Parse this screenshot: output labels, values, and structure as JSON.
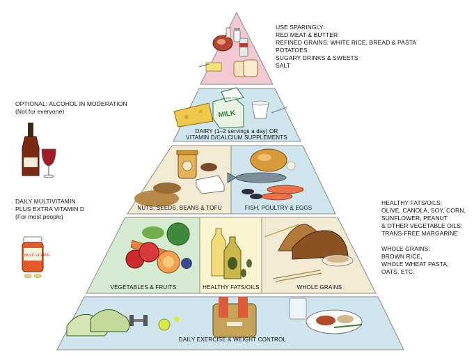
{
  "colors": {
    "top": "#f4c9d3",
    "dairy": "#cfe6ee",
    "nuts": "#f2ead3",
    "fish": "#cfe6ee",
    "veg": "#d6ecd0",
    "fats": "#fbf4d3",
    "grains": "#f2ead3",
    "exercise": "#cfe6ee",
    "outline": "#8a8a8a"
  },
  "notes": {
    "use_sparingly": {
      "lines": [
        "USE SPARINGLY:",
        "RED MEAT & BUTTER",
        "REFINED GRAINS: WHITE RICE, BREAD & PASTA",
        "POTATOES",
        "SUGARY DRINKS & SWEETS",
        "SALT"
      ]
    },
    "alcohol": {
      "lines": [
        "OPTIONAL: ALCOHOL IN MODERATION",
        "(Not for everyone)"
      ]
    },
    "multivitamin": {
      "lines": [
        "DAILY MULTIVITAMIN",
        "PLUS EXTRA VITAMIN D",
        "(For most people)"
      ]
    },
    "healthy_fats": {
      "lines": [
        "HEALTHY FATS/OILS:",
        "OLIVE, CANOLA, SOY, CORN,",
        "SUNFLOWER, PEANUT",
        "& OTHER VEGETABLE OILS;",
        "TRANS-FREE MARGARINE"
      ]
    },
    "whole_grains": {
      "lines": [
        "WHOLE GRAINS:",
        "BROWN RICE,",
        "WHOLE WHEAT PASTA,",
        "OATS, ETC."
      ]
    }
  },
  "tiers": {
    "dairy": {
      "lines": [
        "DAIRY (1–2 servings a day) OR",
        "VITAMIN D/CALCIUM SUPPLEMENTS"
      ]
    },
    "nuts": "NUTS, SEEDS, BEANS & TOFU",
    "fish": "FISH, POULTRY & EGGS",
    "veg": "VEGETABLES & FRUITS",
    "fats": "HEALTHY FATS/OILS",
    "grains": "WHOLE GRAINS",
    "exercise": "DAILY EXERCISE & WEIGHT CONTROL"
  },
  "illustrations": {
    "bottle_label": "MULTI-VITAMIN",
    "milk_carton": "MILK",
    "milk_carton_top": "LOW FAT"
  }
}
